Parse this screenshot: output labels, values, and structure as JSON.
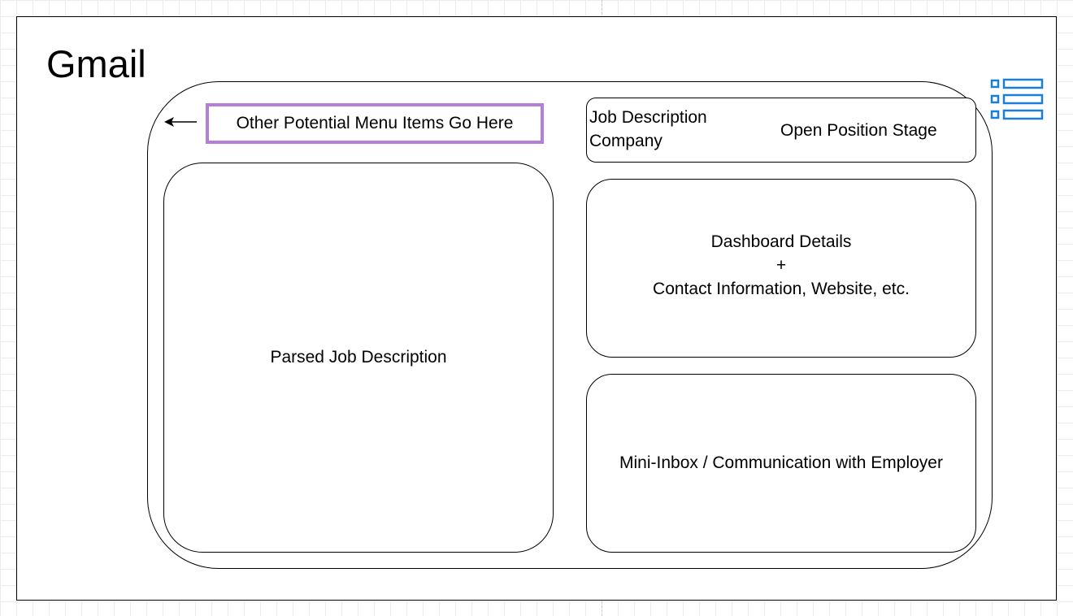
{
  "app": {
    "title": "Gmail"
  },
  "menu": {
    "placeholder_label": "Other Potential Menu Items Go Here",
    "border_color": "#b57edc",
    "arrow_icon": "left-arrow-icon"
  },
  "panels": {
    "parsed": {
      "label": "Parsed Job Description"
    },
    "header": {
      "job_description": "Job Description",
      "company": "Company",
      "stage": "Open Position Stage"
    },
    "dashboard": {
      "line1": "Dashboard Details",
      "line2": "+",
      "line3": "Contact Information, Website, etc."
    },
    "inbox": {
      "label": "Mini-Inbox / Communication with Employer"
    }
  },
  "icons": {
    "list_icon": "list-view-icon",
    "list_icon_color": "#1a7fd9"
  }
}
